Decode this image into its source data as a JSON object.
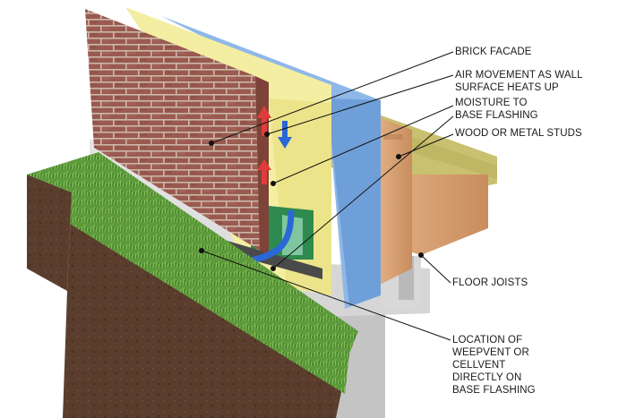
{
  "labels": {
    "brick_facade": [
      "BRICK FACADE"
    ],
    "air_movement": [
      "AIR MOVEMENT AS WALL",
      "SURFACE HEATS UP"
    ],
    "moisture": [
      "MOISTURE TO",
      "BASE FLASHING"
    ],
    "studs": [
      "WOOD OR METAL STUDS"
    ],
    "floor_joists": [
      "FLOOR JOISTS"
    ],
    "weepvent": [
      "LOCATION OF",
      "WEEPVENT OR",
      "CELLVENT",
      "DIRECTLY ON",
      "BASE FLASHING"
    ]
  },
  "colors": {
    "brick": "#9a5a50",
    "mortar": "#cbb7a8",
    "sheathing_yellow": "#f3eea2",
    "insulation_blue": "#8fb8e8",
    "wood": "#d9a57a",
    "deck": "#c9c070",
    "concrete": "#dcdcdc",
    "grass": "#5c9a3c",
    "soil": "#5a3d2c",
    "flashing_green": "#2e8a4e",
    "air_red": "#e23b3b",
    "air_blue": "#2a68d8",
    "leader_line": "#111111"
  }
}
